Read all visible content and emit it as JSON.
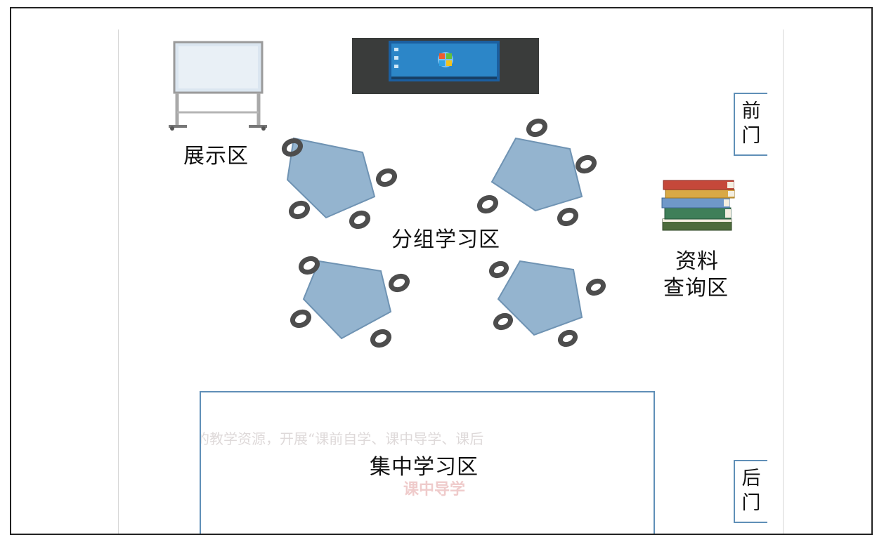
{
  "labels": {
    "display_area": "展示区",
    "group_study_area": "分组学习区",
    "reference_area_line1": "资料",
    "reference_area_line2": "查询区",
    "central_study_area": "集中学习区",
    "front_door_line1": "前",
    "front_door_line2": "门",
    "back_door_line1": "后",
    "back_door_line2": "门"
  },
  "watermark": {
    "text_line": "的教学资源，开展“课前自学、课中导学、课后",
    "text_heading": "课中导学"
  },
  "colors": {
    "table_fill": "#94b4cf",
    "table_stroke": "#6f93b3",
    "seat": "#4d4d4d",
    "door_border": "#5f8fb7",
    "frame_border": "#222222"
  }
}
